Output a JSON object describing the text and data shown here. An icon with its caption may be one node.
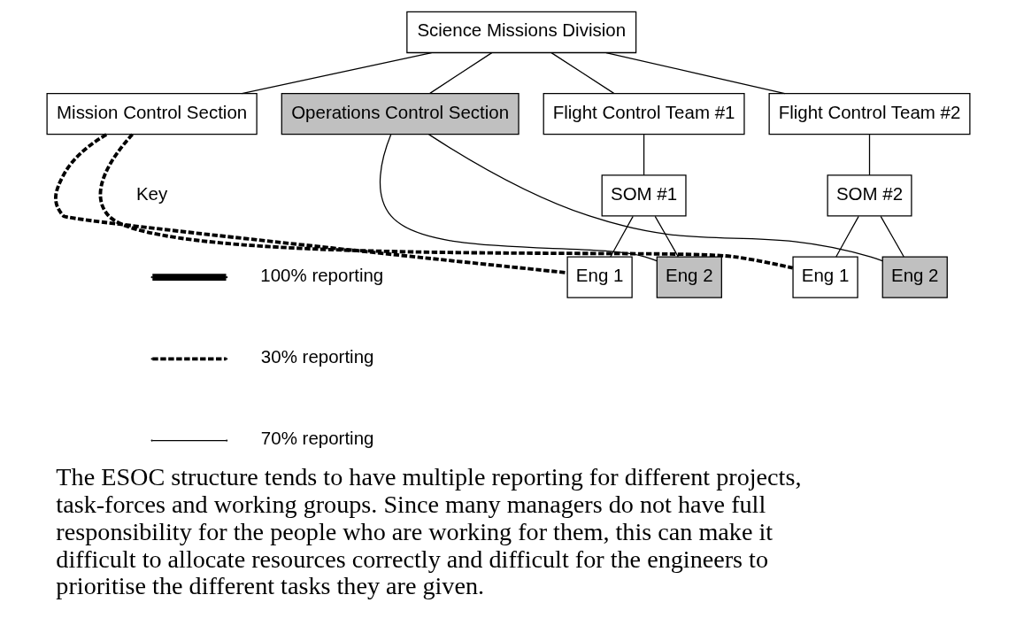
{
  "diagram": {
    "caption": "The ESOC structure tends to have multiple reporting for different projects, task-forces and working groups. Since many managers do not have full responsibility for the people who are working for them, this can make it difficult to allocate resources correctly and difficult for the engineers to prioritise the different tasks they are given.",
    "nodes": [
      {
        "text": [
          "Science Missions Division"
        ]
      },
      {
        "text": [
          "Mission Control Section"
        ]
      },
      {
        "text": [
          "Operations Control Section"
        ]
      },
      {
        "text": [
          "Flight Control Team #1"
        ]
      },
      {
        "text": [
          "Flight Control Team #2"
        ]
      },
      {
        "text": [
          "SOM #1"
        ]
      },
      {
        "text": [
          "SOM #2"
        ]
      },
      {
        "text": [
          "Eng 1"
        ]
      },
      {
        "text": [
          "Eng 2"
        ]
      },
      {
        "text": [
          "Eng 1"
        ]
      },
      {
        "text": [
          "Eng 2"
        ]
      }
    ],
    "edges": [
      {
        "from": 0,
        "to": 1,
        "arrow": "none"
      },
      {
        "from": 0,
        "to": 2,
        "arrow": "none"
      },
      {
        "from": 0,
        "to": 3,
        "arrow": "none"
      },
      {
        "from": 0,
        "to": 4,
        "arrow": "none"
      },
      {
        "from": 3,
        "to": 5,
        "arrow": "none"
      },
      {
        "from": 4,
        "to": 6,
        "arrow": "none"
      },
      {
        "from": 5,
        "to": 7,
        "arrow": "none"
      },
      {
        "from": 5,
        "to": 8,
        "arrow": "none"
      },
      {
        "from": 6,
        "to": 9,
        "arrow": "none"
      },
      {
        "from": 6,
        "to": 10,
        "arrow": "none"
      },
      {
        "from": 1,
        "to": 7,
        "arrow": "none",
        "style": "dashed"
      },
      {
        "from": 1,
        "to": 9,
        "arrow": "none",
        "style": "dashed"
      },
      {
        "from": 2,
        "to": 8,
        "arrow": "none"
      },
      {
        "from": 2,
        "to": 10,
        "arrow": "none"
      }
    ],
    "labels": [
      "Key"
    ],
    "legend": [
      {
        "text": "100% reporting"
      },
      {
        "text": "30% reporting"
      },
      {
        "text": "70% reporting"
      }
    ]
  }
}
